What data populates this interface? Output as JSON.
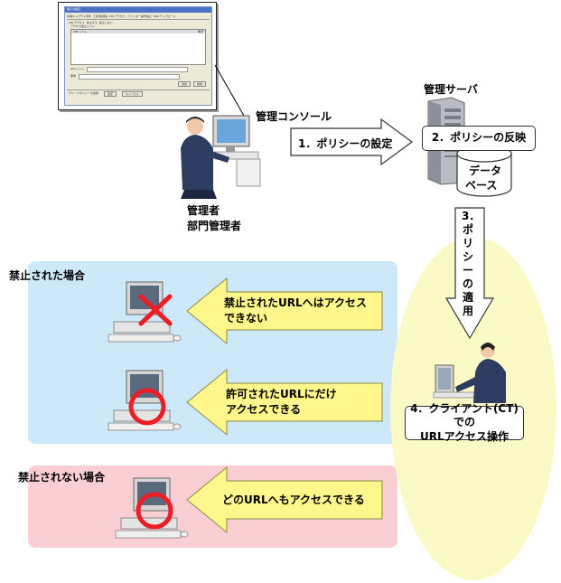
{
  "labels": {
    "console": "管理コンソール",
    "server": "管理サーバ",
    "admin_line1": "管理者",
    "admin_line2": "部門管理者",
    "database_line1": "データ",
    "database_line2": "ベース"
  },
  "steps": {
    "step1": "1．ポリシーの設定",
    "step2": "2．ポリシーの反映",
    "step3": "3．ポリシーの適用",
    "step4_line1": "4．クライアント(CT)での",
    "step4_line2": "URLアクセス操作"
  },
  "sections": {
    "prohibited_title": "禁止された場合",
    "not_prohibited_title": "禁止されない場合"
  },
  "messages": {
    "blocked_line1": "禁止されたURLへはアクセス",
    "blocked_line2": "できない",
    "allowed_only_line1": "許可されたURLにだけ",
    "allowed_only_line2": "アクセスできる",
    "all_allowed": "どのURLへもアクセスできる"
  },
  "dialog": {
    "title": "個人の設定",
    "tab1": "基礎キャプチャ条件",
    "tab2": "工場/監視設",
    "tab3": "URLアクセス",
    "tab4": "プリンター操作禁止",
    "tab5": "Webアップロード",
    "check1": "URLアクセス",
    "radio1": "禁止する",
    "radio2": "禁止しない",
    "group": "アクセス禁止リスト",
    "col1": "URLリスト",
    "col2": "備考",
    "field1": "URLリスト",
    "field2": "備考",
    "btn_add": "追加",
    "btn_del": "削除",
    "footer_check": "グループポリシーの適用",
    "ok": "設定",
    "cancel": "キャンセル"
  },
  "colors": {
    "blue_panel": "#cde8f8",
    "pink_panel": "#f9cfd3",
    "yellow_ellipse": "#fbf9c6",
    "arrow_yellow": "#fff68c",
    "red": "#ee1c24"
  }
}
